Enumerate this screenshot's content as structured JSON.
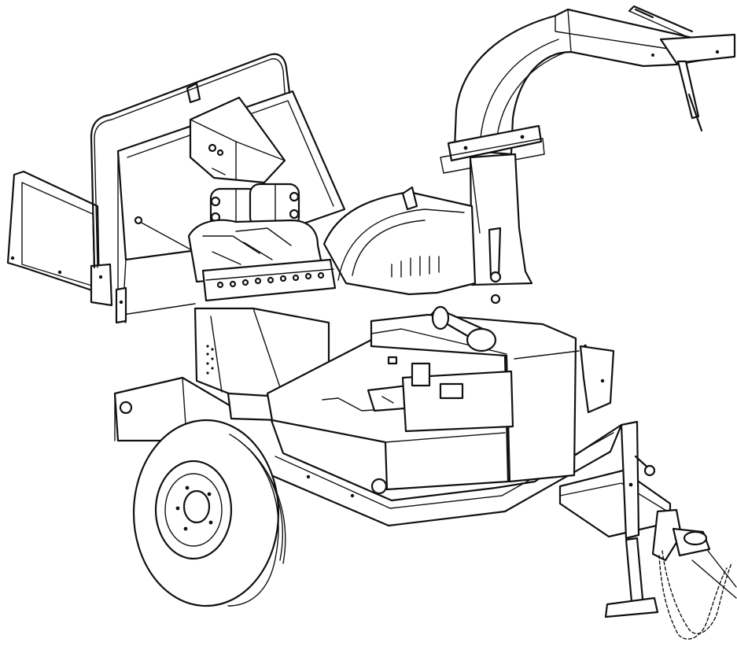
{
  "figure": {
    "subject": "tow-behind-wood-chipper",
    "style": "line-art",
    "colors": {
      "line": "#111111",
      "background": "#ffffff"
    },
    "components": [
      "infeed-chute-fold-tray",
      "chute-hood",
      "hopper-feed-rollers",
      "hydraulic-feed-motors",
      "control-box",
      "discharge-chute",
      "deflector-handle",
      "flywheel-housing",
      "engine-enclosure",
      "air-filter",
      "trailer-frame",
      "wheel-and-tire",
      "jack-stand",
      "tongue-coupler",
      "safety-chains"
    ]
  }
}
